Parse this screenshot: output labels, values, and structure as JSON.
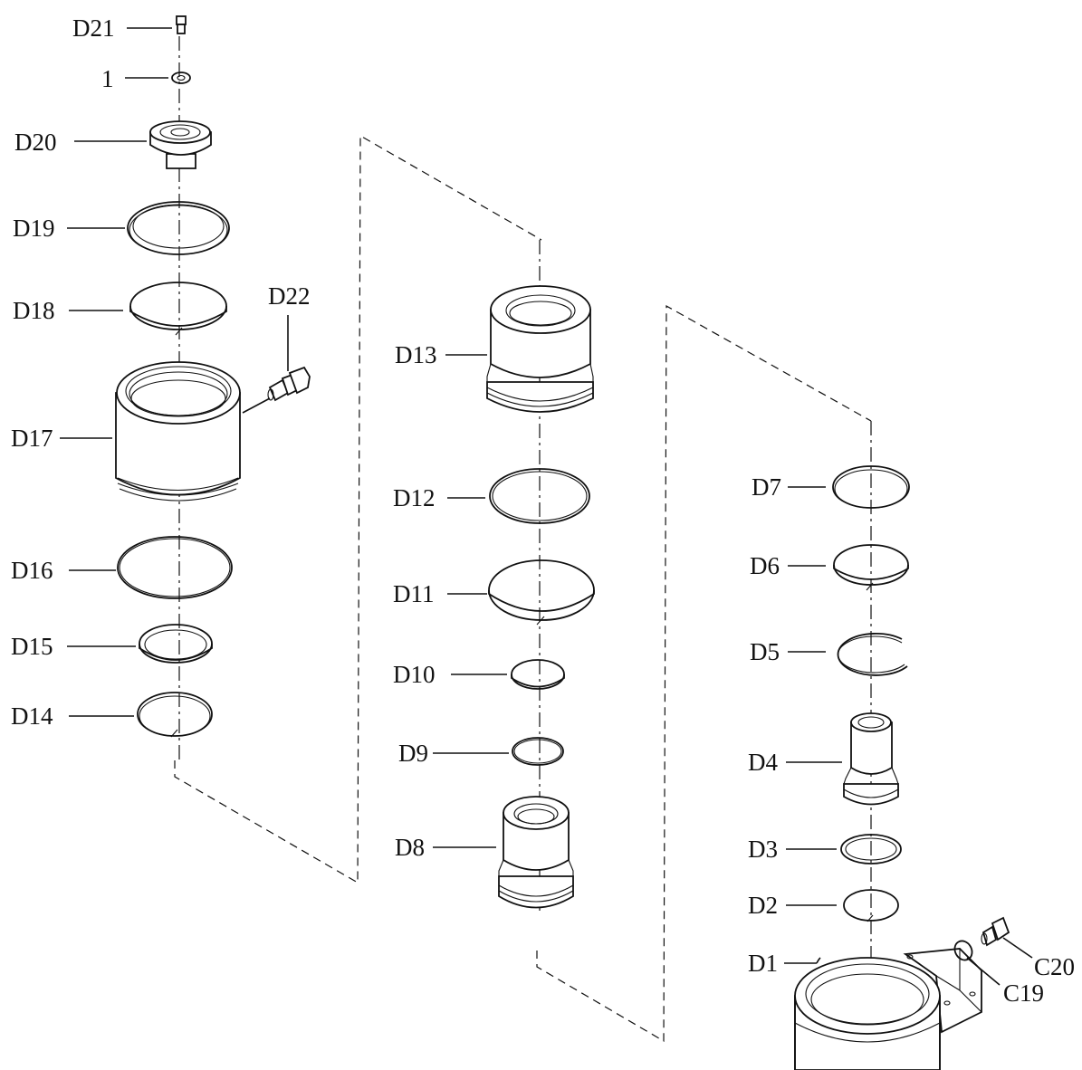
{
  "labels": {
    "d21": "D21",
    "one": "1",
    "d20": "D20",
    "d19": "D19",
    "d18": "D18",
    "d17": "D17",
    "d16": "D16",
    "d15": "D15",
    "d14": "D14",
    "d22": "D22",
    "d13": "D13",
    "d12": "D12",
    "d11": "D11",
    "d10": "D10",
    "d9": "D9",
    "d8": "D8",
    "d7": "D7",
    "d6": "D6",
    "d5": "D5",
    "d4": "D4",
    "d3": "D3",
    "d2": "D2",
    "d1": "D1",
    "c20": "C20",
    "c19": "C19"
  }
}
